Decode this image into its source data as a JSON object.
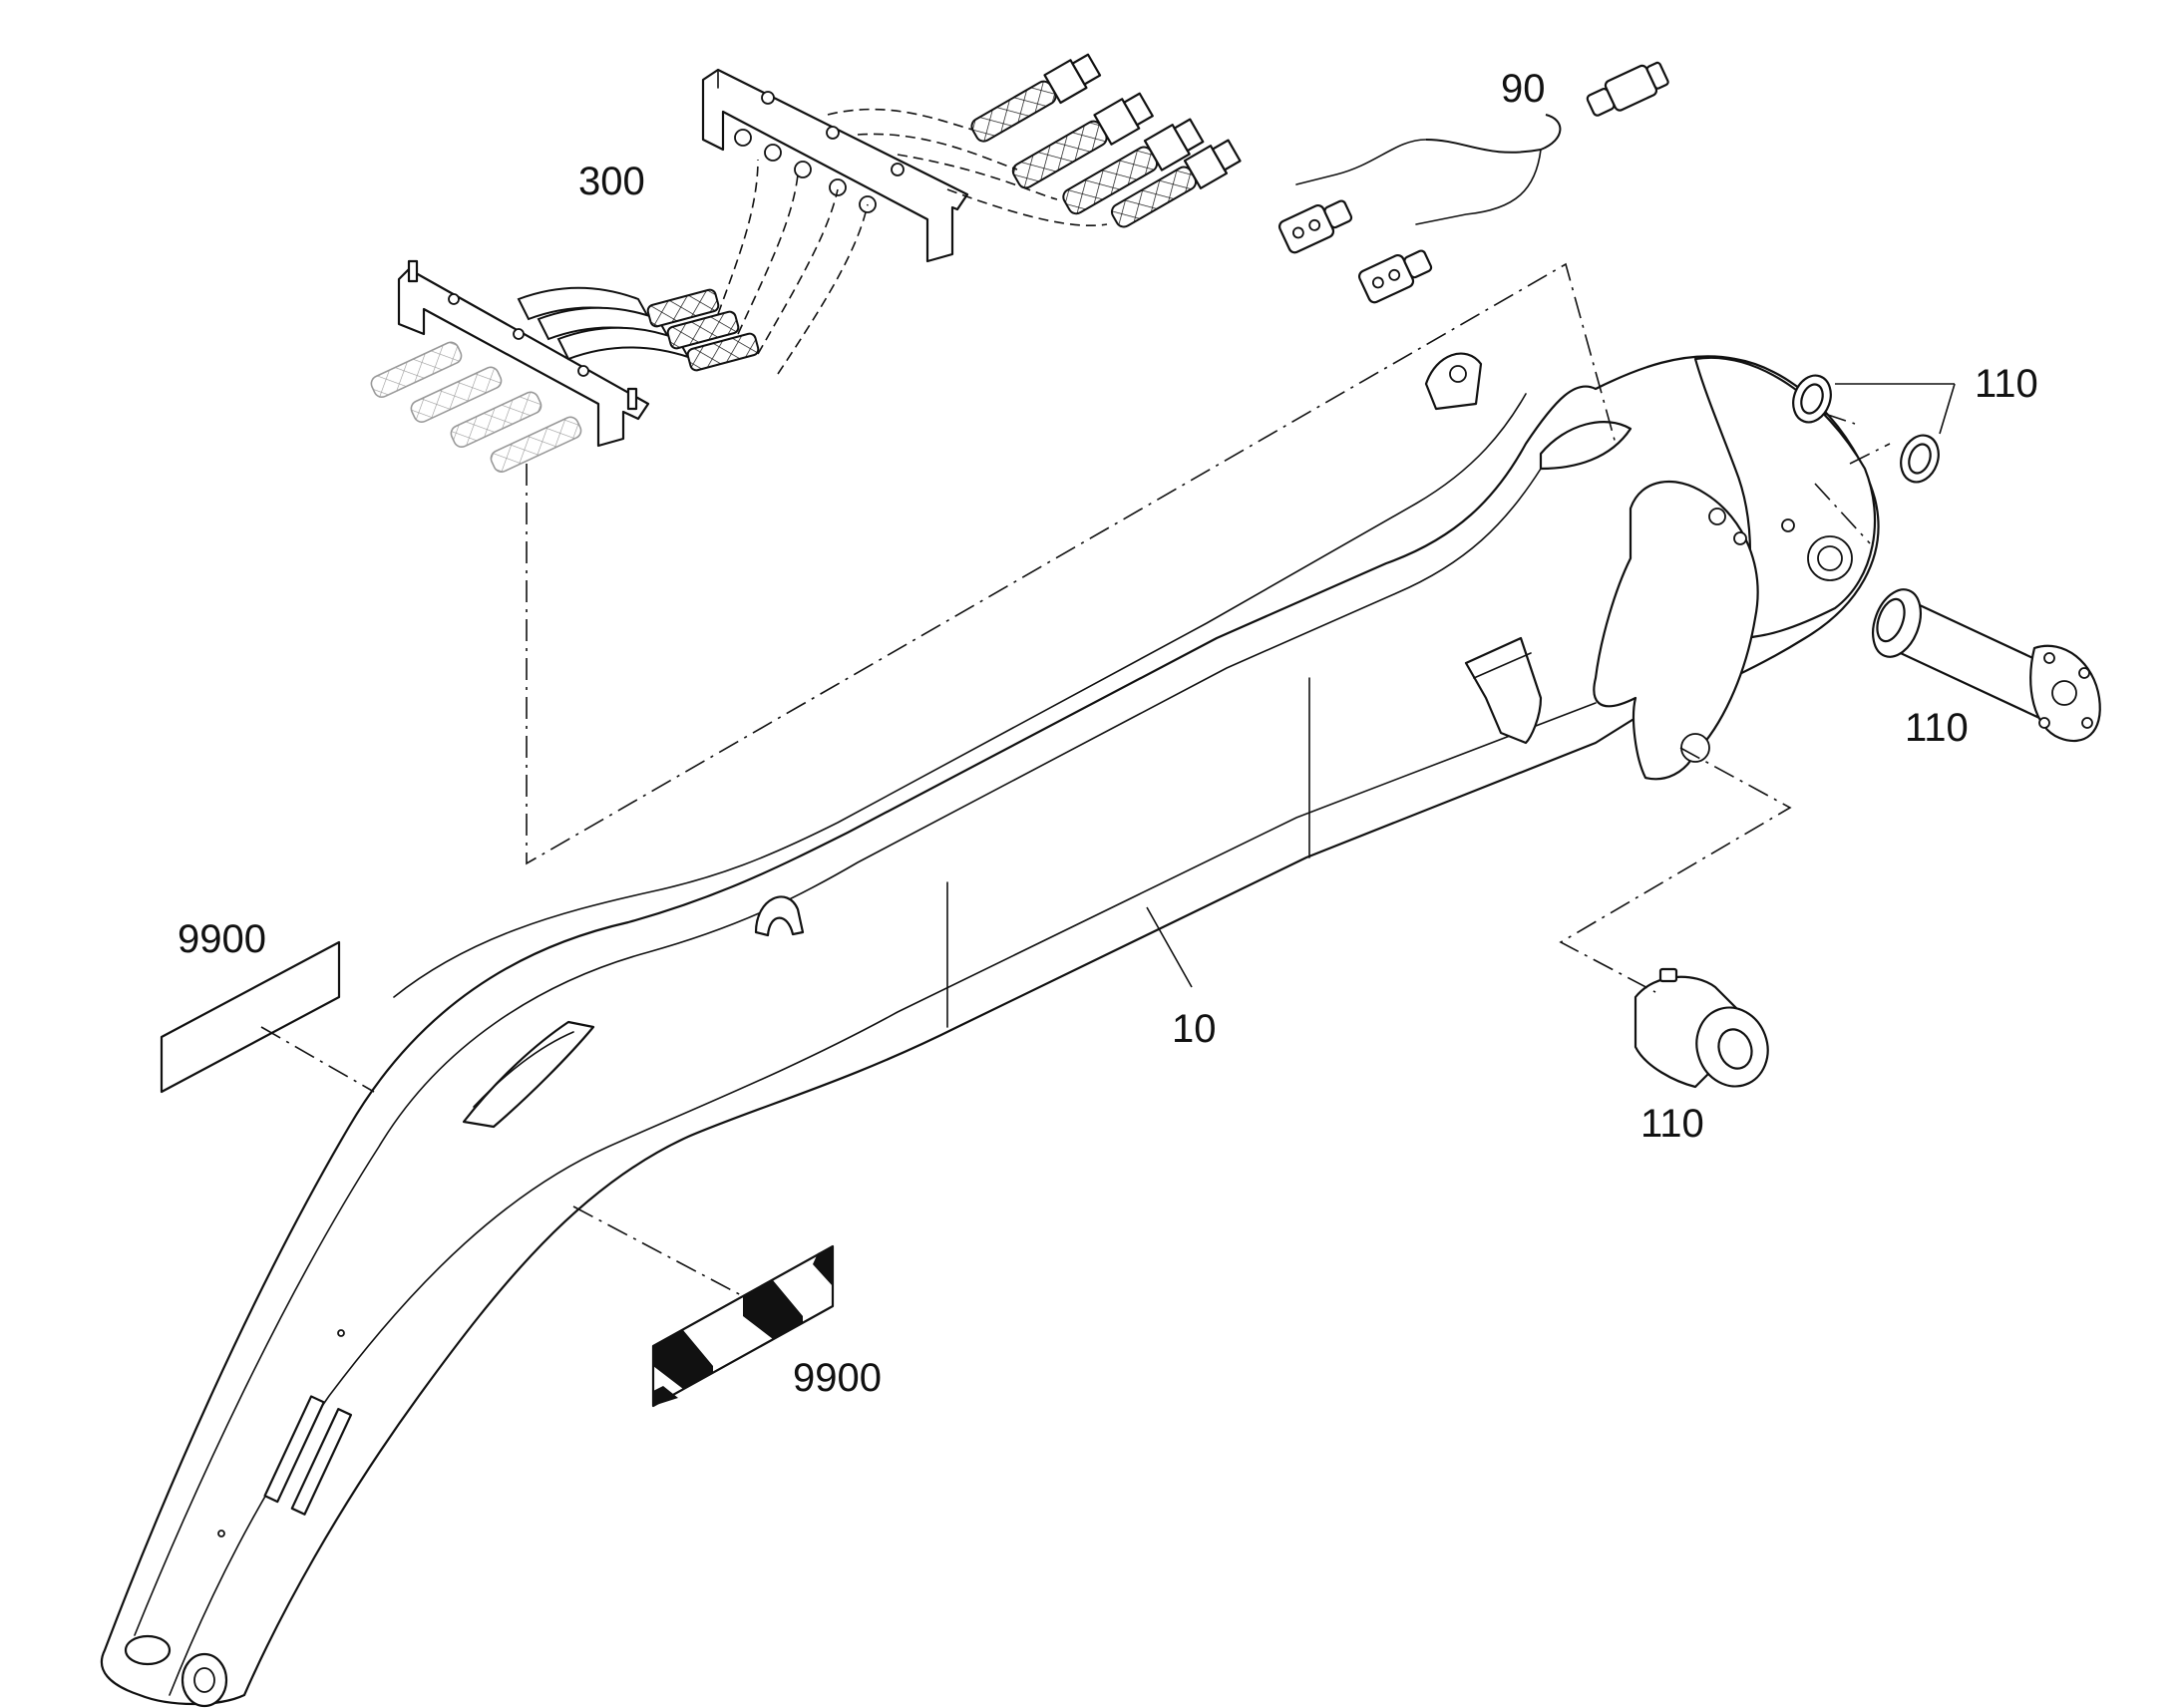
{
  "callouts": {
    "boom": "10",
    "harness": "90",
    "pins_top": "110",
    "pins_right": "110",
    "pin_lower": "110",
    "manifold": "300",
    "decal_left": "9900",
    "decal_bottom": "9900"
  },
  "colors": {
    "line": "#111111",
    "background": "#ffffff"
  }
}
